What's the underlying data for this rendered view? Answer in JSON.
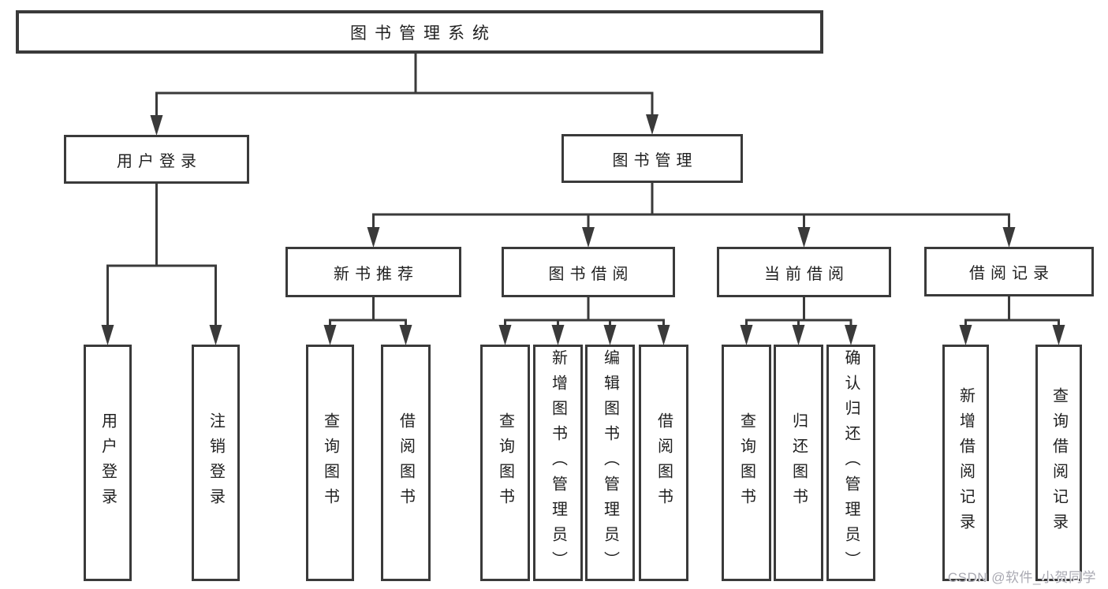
{
  "diagram": {
    "title": "图书管理系统",
    "nodes": [
      {
        "id": "root",
        "label": "图书管理系统"
      },
      {
        "id": "user-login",
        "label": "用户登录"
      },
      {
        "id": "book-management",
        "label": "图书管理"
      },
      {
        "id": "new-book-recommend",
        "label": "新书推荐"
      },
      {
        "id": "book-borrow",
        "label": "图书借阅"
      },
      {
        "id": "current-borrow",
        "label": "当前借阅"
      },
      {
        "id": "borrow-records",
        "label": "借阅记录"
      },
      {
        "id": "login-action",
        "label": "用户登录"
      },
      {
        "id": "logout-action",
        "label": "注销登录"
      },
      {
        "id": "recommend-query-books",
        "label": "查询图书"
      },
      {
        "id": "recommend-borrow-books",
        "label": "借阅图书"
      },
      {
        "id": "borrow-query-books",
        "label": "查询图书"
      },
      {
        "id": "borrow-add-books-admin",
        "label": "新增图书（管理员）"
      },
      {
        "id": "borrow-edit-books-admin",
        "label": "编辑图书（管理员）"
      },
      {
        "id": "borrow-borrow-books",
        "label": "借阅图书"
      },
      {
        "id": "current-query-books",
        "label": "查询图书"
      },
      {
        "id": "current-return-books",
        "label": "归还图书"
      },
      {
        "id": "current-confirm-return-admin",
        "label": "确认归还（管理员）"
      },
      {
        "id": "records-add-record",
        "label": "新增借阅记录"
      },
      {
        "id": "records-query-record",
        "label": "查询借阅记录"
      }
    ],
    "edges": [
      {
        "from": "root",
        "to": [
          "user-login",
          "book-management"
        ]
      },
      {
        "from": "user-login",
        "to": [
          "login-action",
          "logout-action"
        ]
      },
      {
        "from": "book-management",
        "to": [
          "new-book-recommend",
          "book-borrow",
          "current-borrow",
          "borrow-records"
        ]
      },
      {
        "from": "new-book-recommend",
        "to": [
          "recommend-query-books",
          "recommend-borrow-books"
        ]
      },
      {
        "from": "book-borrow",
        "to": [
          "borrow-query-books",
          "borrow-add-books-admin",
          "borrow-edit-books-admin",
          "borrow-borrow-books"
        ]
      },
      {
        "from": "current-borrow",
        "to": [
          "current-query-books",
          "current-return-books",
          "current-confirm-return-admin"
        ]
      },
      {
        "from": "borrow-records",
        "to": [
          "records-add-record",
          "records-query-record"
        ]
      }
    ]
  },
  "watermark": {
    "text": "CSDN @软件_小贺同学"
  },
  "colors": {
    "line": "#3a3a3a",
    "box_border": "#3a3a3a",
    "text": "#1f1f1f",
    "watermark": "#a9a9b2",
    "background": "#ffffff"
  }
}
